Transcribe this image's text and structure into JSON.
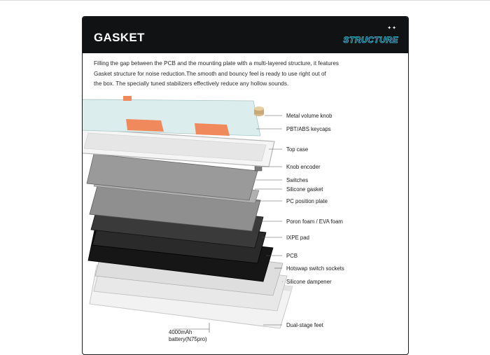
{
  "header": {
    "title": "GASKET",
    "badge": "STRUCTURE",
    "dots": "✦✦"
  },
  "intro_lines": [
    "Filling the gap between the PCB and the mounting plate with a multi-layered structure, it features",
    "Gasket structure for noise reduction.The smooth and bouncy feel is ready to use right out of",
    "the box. The specially tuned stabilizers effectively reduce any hollow sounds."
  ],
  "layers": [
    {
      "label": "Metal volume knob"
    },
    {
      "label": "PBT/ABS keycaps"
    },
    {
      "label": "Top case"
    },
    {
      "label": "Knob encoder"
    },
    {
      "label": "Switches"
    },
    {
      "label": "Silicone gasket"
    },
    {
      "label": "PC position plate"
    },
    {
      "label": "Poron foam / EVA foam"
    },
    {
      "label": "IXPE pad"
    },
    {
      "label": "PCB"
    },
    {
      "label": "Hotswap switch sockets"
    },
    {
      "label": "Silicone dampener"
    },
    {
      "label": "Dual-stage feet"
    }
  ],
  "battery": {
    "line1": "4000mAh",
    "line2": "battery(N75pro)"
  },
  "colors": {
    "header_bg": "#111214",
    "accent_cyan": "#39c9e6",
    "keycap_orange": "#f08a5d",
    "keycap_mint": "#d8ecea"
  }
}
